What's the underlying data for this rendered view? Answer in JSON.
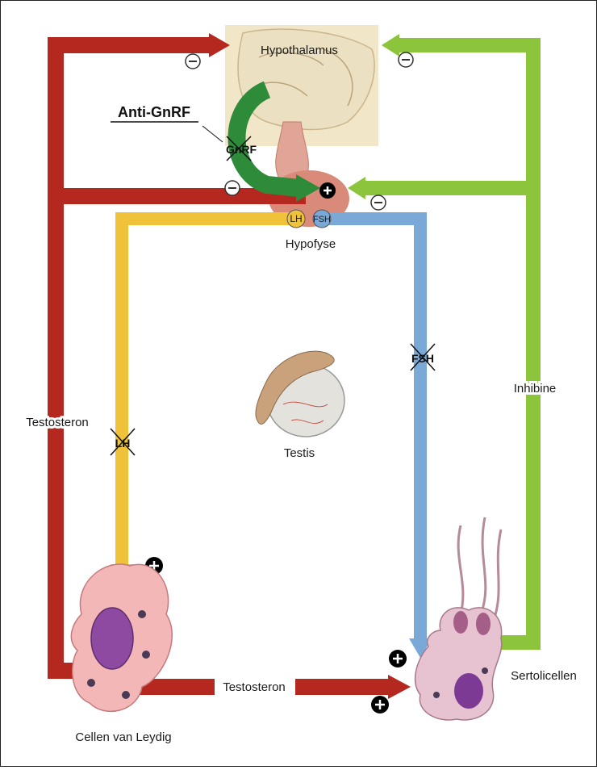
{
  "labels": {
    "hypothalamus": "Hypothalamus",
    "anti_gnrf": "Anti-GnRF",
    "gnrf": "GnRF",
    "hypofyse": "Hypofyse",
    "fsh_crossed": "FSH",
    "lh_crossed": "LH",
    "testis": "Testis",
    "inhibine": "Inhibine",
    "testosteron": "Testosteron",
    "sertolicellen": "Sertolicellen",
    "cellen_van_leydig": "Cellen van Leydig"
  },
  "hormones": {
    "lh": "LH",
    "fsh": "FSH"
  },
  "colors": {
    "testosteron": "#b5281f",
    "inhibine": "#8cc43c",
    "gnrf": "#2e8b3a",
    "lh": "#efc23a",
    "fsh": "#7aa9d8"
  }
}
